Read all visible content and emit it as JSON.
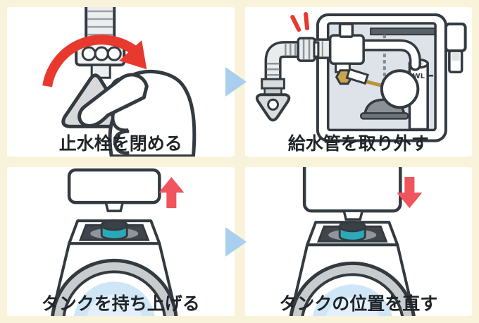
{
  "colors": {
    "page_background": "#f8f3da",
    "panel_background": "#ffffff",
    "flow_arrow_blue": "#a9cfee",
    "rotation_arrow_red": "#e8392f",
    "block_arrow_red": "#f0545c",
    "gasket_teal": "#2aa9b8",
    "outline_dark": "#333a40",
    "tank_interior_gray": "#dde3e8",
    "bowl_water_blue": "#cfe6f7",
    "brass": "#c9a44a"
  },
  "steps": [
    {
      "caption": "止水栓を閉める",
      "illustration": "hand-turning-stop-valve-clockwise"
    },
    {
      "caption": "給水管を取り外す",
      "illustration": "tank-cross-section-supply-pipe-detached",
      "water_line_label": "WL"
    },
    {
      "caption": "タンクを持ち上げる",
      "illustration": "tank-lifted-off-toilet-base-up-arrow"
    },
    {
      "caption": "タンクの位置を直す",
      "illustration": "tank-lowered-onto-toilet-base-down-arrow"
    }
  ]
}
